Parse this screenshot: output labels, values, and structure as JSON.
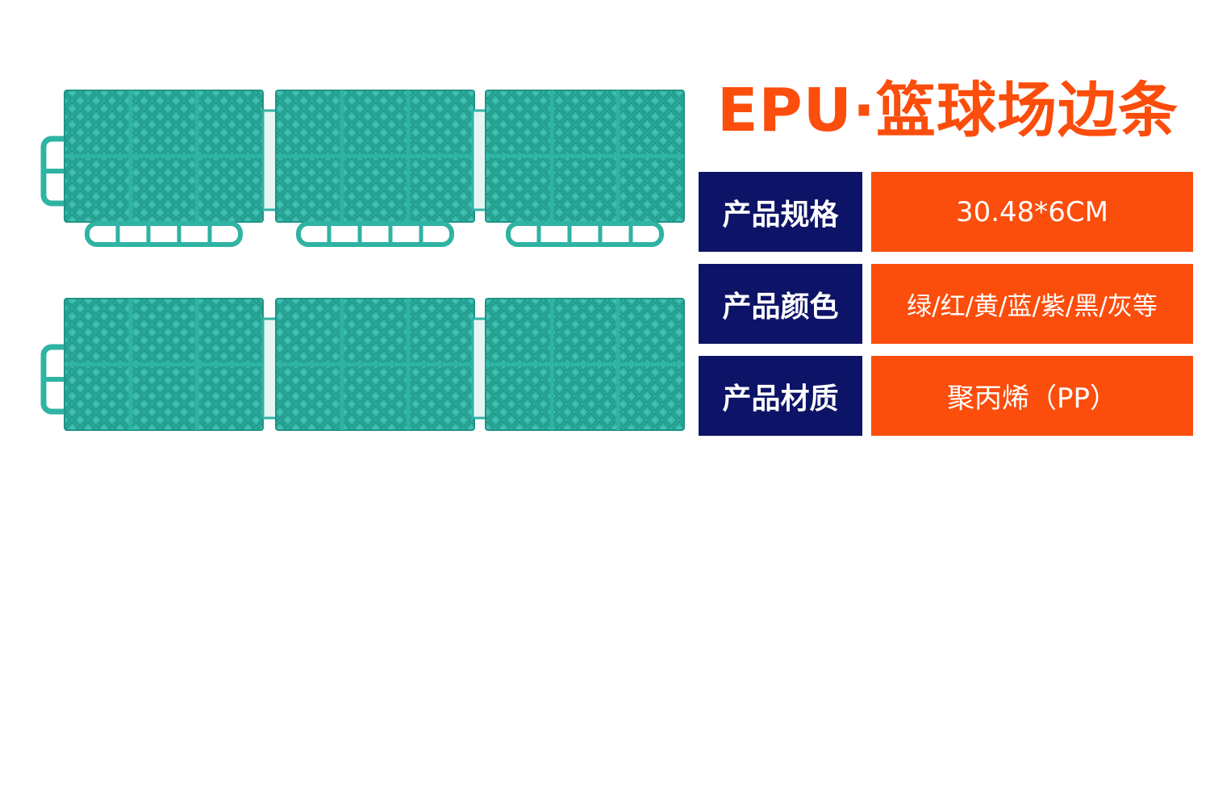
{
  "title": "EPU·篮球场边条",
  "product_image": {
    "subject": "interlocking basketball court edge strips",
    "color": "#2fb3a3",
    "color_dark": "#1f9485",
    "color_light": "#5ccabc",
    "rows": 2,
    "tiles_per_row": 3
  },
  "specs": [
    {
      "label": "产品规格",
      "value": "30.48*6CM"
    },
    {
      "label": "产品颜色",
      "value": "绿/红/黄/蓝/紫/黑/灰等"
    },
    {
      "label": "产品材质",
      "value": "聚丙烯（PP）"
    }
  ],
  "colors": {
    "accent_orange": "#fb4d0c",
    "label_navy": "#0d1366",
    "background": "#ffffff"
  }
}
